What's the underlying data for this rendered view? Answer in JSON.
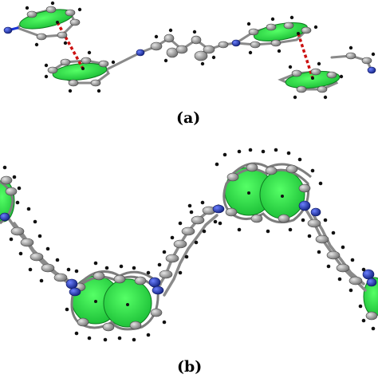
{
  "panels": [
    {
      "id": "a",
      "label": "(a)"
    },
    {
      "id": "b",
      "label": "(b)"
    }
  ],
  "colors": {
    "ring_fill": "#22ee44",
    "ring_fill_dark": "#15b530",
    "carbon": "#8a8a8a",
    "carbon_light": "#d2d2d2",
    "nitrogen": "#1a34d8",
    "hydrogen": "#111111",
    "pi_stack": "#cc1111",
    "background": "#ffffff"
  }
}
